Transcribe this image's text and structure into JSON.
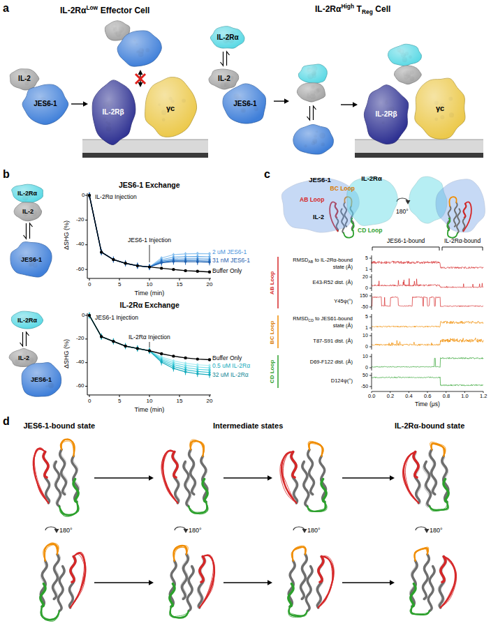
{
  "diagram": {
    "nodes": [
      {
        "text": [
          "IL-2"
        ]
      },
      {
        "text": [
          "JES6-1"
        ]
      },
      {
        "text": [
          "IL-2Rβ"
        ]
      },
      {
        "text": [
          "γc"
        ]
      },
      {
        "text": [
          "IL-2Rα"
        ]
      },
      {
        "text": [
          "IL-2"
        ]
      },
      {
        "text": [
          "JES6-1"
        ]
      },
      {
        "text": [
          "IL-2Rβ"
        ]
      },
      {
        "text": [
          "γc"
        ]
      },
      {
        "text": [
          "IL-2Rα"
        ]
      },
      {
        "text": [
          "IL-2"
        ]
      },
      {
        "text": [
          "JES6-1"
        ]
      },
      {
        "text": [
          "IL-2Rα"
        ]
      },
      {
        "text": [
          "IL-2"
        ]
      },
      {
        "text": [
          "JES6-1"
        ]
      },
      {
        "text": [
          "JES6-1"
        ]
      },
      {
        "text": [
          "IL-2Rα"
        ]
      }
    ],
    "edges": [
      {
        "from": 1,
        "to": 2,
        "arrow": "to"
      },
      {
        "from": 4,
        "to": 5,
        "arrow": "both"
      },
      {
        "from": 10,
        "to": 11,
        "arrow": "both"
      },
      {
        "from": 12,
        "to": 13,
        "arrow": "both"
      }
    ],
    "labels": [
      "a",
      "IL-2Rα",
      "Low",
      "Effector Cell",
      "IL-2Rα",
      "High",
      "T",
      "Reg",
      "Cell",
      "b",
      "JES6-1 Exchange",
      "ΔSHG (%)",
      "0",
      "-20",
      "-40",
      "-60",
      "0",
      "5",
      "10",
      "15",
      "20",
      "Time (min)",
      "IL-2Rα Injection",
      "JES6-1 Injection",
      "2 uM JES6-1",
      "31 nM JES6-1",
      "Buffer Only",
      "IL-2Rα Exchange",
      "ΔSHG (%)",
      "0",
      "-20",
      "-40",
      "-60",
      "0",
      "5",
      "10",
      "15",
      "20",
      "Time (min)",
      "JES6-1 Injection",
      "IL-2Rα Injection",
      "Buffer Only",
      "0.5 uM IL-2Rα",
      "32 uM IL-2Rα",
      "c",
      "AB Loop",
      "BC Loop",
      "IL-2",
      "CD Loop",
      "180°",
      "JES6-1-bound",
      "IL-2Rα-bound",
      "AB Loop",
      "RMSD",
      "AB",
      "to IL-2Rα-bound state (Å)",
      "E43-R52 dist. (Å)",
      "Y45ψ(°)",
      "BC Loop",
      "RMSD",
      "CD",
      "to JES61-bound state (Å)",
      "T87-S91 dist. (Å)",
      "CD Loop",
      "D69-F122 dist. (Å)",
      "D124ψ(°)",
      "5",
      "1",
      "20",
      "0",
      "150",
      "-50",
      "5",
      "1",
      "10",
      "0",
      "10",
      "0",
      "50",
      "-50",
      "0.0",
      "0.2",
      "0.4",
      "0.6",
      "0.8",
      "1.0",
      "1.2",
      "Time (μs)",
      "d",
      "JES6-1-bound state",
      "Intermediate states",
      "IL-2Rα-bound state",
      "180°",
      "180°",
      "180°",
      "180°"
    ]
  }
}
